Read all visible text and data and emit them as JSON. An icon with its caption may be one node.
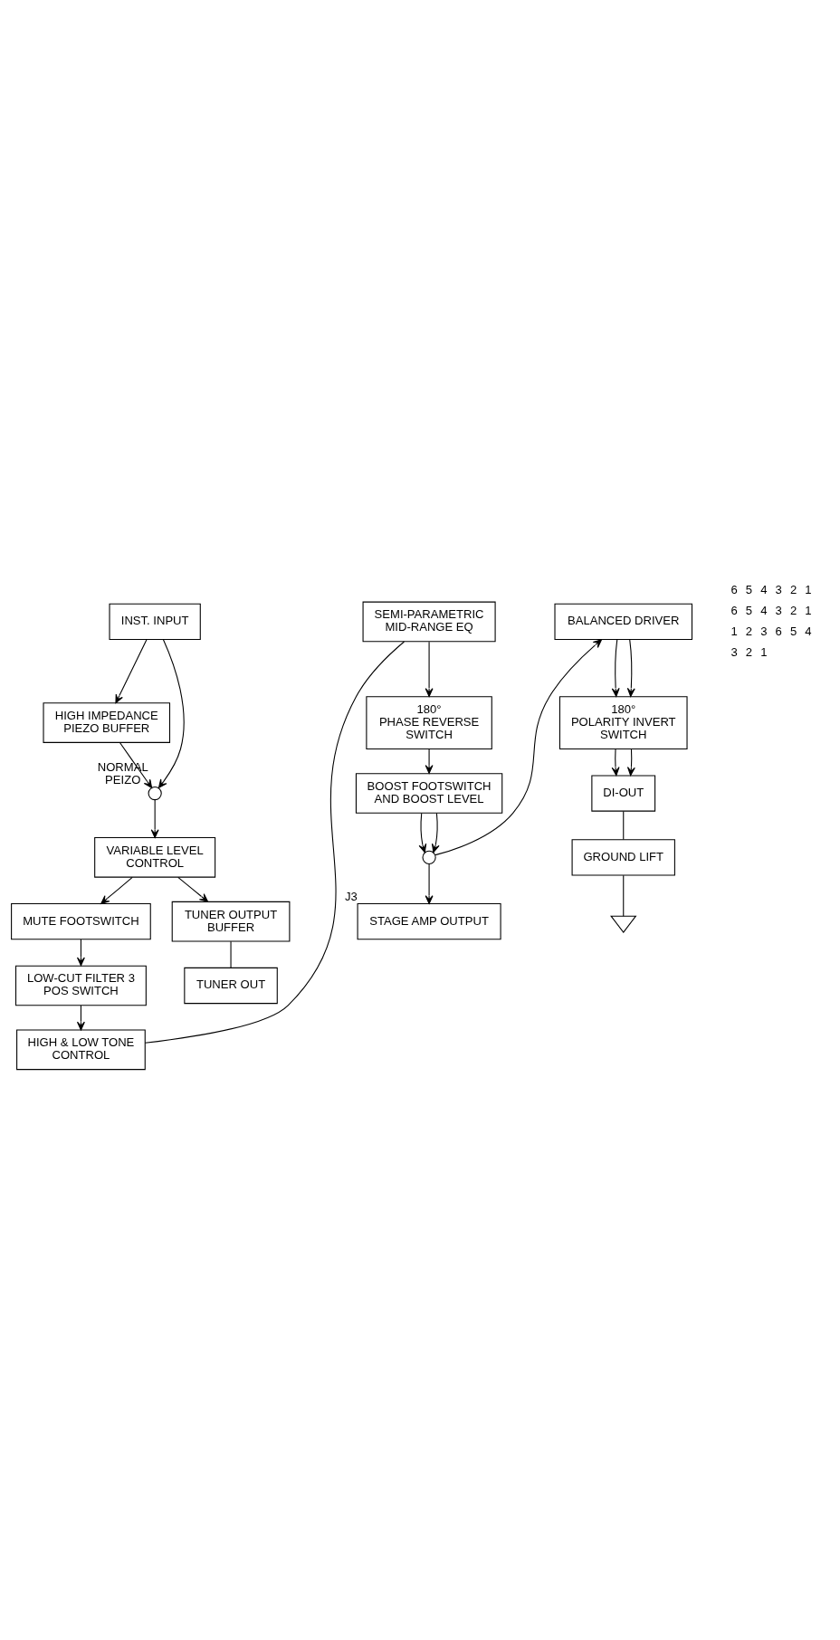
{
  "diagram": {
    "nodes": [
      {
        "text": [
          "INST. INPUT"
        ]
      },
      {
        "text": [
          "HIGH IMPEDANCE PIEZO BUFFER"
        ]
      },
      {
        "text": [],
        "shape": "switch",
        "beside": [
          "NORMAL",
          "PEIZO"
        ]
      },
      {
        "text": [
          "VARIABLE LEVEL CONTROL"
        ]
      },
      {
        "text": [
          "MUTE FOOTSWITCH"
        ]
      },
      {
        "text": [
          "LOW-CUT FILTER 3 POS SWITCH"
        ]
      },
      {
        "text": [
          "HIGH & LOW TONE CONTROL"
        ]
      },
      {
        "text": [
          "SEMI-PARAMETRIC MID-RANGE EQ"
        ]
      },
      {
        "text": [
          "180°",
          "PHASE REVERSE SWITCH"
        ]
      },
      {
        "text": [
          "BOOST FOOTSWITCH AND BOOST LEVEL"
        ]
      },
      {
        "text": [],
        "shape": "switch"
      },
      {
        "text": [
          "STAGE AMP OUTPUT"
        ],
        "beside": [
          "J3"
        ]
      },
      {
        "text": [
          "BALANCED DRIVER"
        ]
      },
      {
        "text": [
          "180°",
          "POLARITY INVERT SWITCH"
        ]
      },
      {
        "text": [
          "DI-OUT"
        ]
      },
      {
        "text": [
          "GROUND LIFT"
        ]
      },
      {
        "text": [],
        "shape": "ground"
      },
      {
        "text": [
          "TUNER OUTPUT BUFFER"
        ]
      },
      {
        "text": [
          "TUNER OUT"
        ]
      }
    ],
    "edges": [
      {
        "from": 0,
        "to": 1,
        "arrow": "to"
      },
      {
        "from": 0,
        "to": 2,
        "arrow": "to"
      },
      {
        "from": 1,
        "to": 2,
        "arrow": "to"
      },
      {
        "from": 2,
        "to": 3,
        "arrow": "to"
      },
      {
        "from": 3,
        "to": 4,
        "arrow": "to"
      },
      {
        "from": 3,
        "to": 17,
        "arrow": "to"
      },
      {
        "from": 4,
        "to": 5,
        "arrow": "to"
      },
      {
        "from": 5,
        "to": 6,
        "arrow": "to"
      },
      {
        "from": 6,
        "to": 7,
        "arrow": "none"
      },
      {
        "from": 7,
        "to": 8,
        "arrow": "to"
      },
      {
        "from": 8,
        "to": 9,
        "arrow": "to"
      },
      {
        "from": 9,
        "to": 10,
        "arrow": "to"
      },
      {
        "from": 9,
        "to": 10,
        "arrow": "to"
      },
      {
        "from": 10,
        "to": 11,
        "arrow": "to"
      },
      {
        "from": 10,
        "to": 12,
        "arrow": "to"
      },
      {
        "from": 12,
        "to": 13,
        "arrow": "to"
      },
      {
        "from": 12,
        "to": 13,
        "arrow": "to"
      },
      {
        "from": 13,
        "to": 14,
        "arrow": "to"
      },
      {
        "from": 13,
        "to": 14,
        "arrow": "to"
      },
      {
        "from": 14,
        "to": 15,
        "arrow": "none"
      },
      {
        "from": 15,
        "to": 16,
        "arrow": "none"
      },
      {
        "from": 17,
        "to": 18,
        "arrow": "none"
      }
    ],
    "labels": [
      "6",
      "5",
      "4",
      "3",
      "2",
      "1",
      "6",
      "5",
      "4",
      "3",
      "2",
      "1",
      "1",
      "2",
      "3",
      "6",
      "5",
      "4",
      "3",
      "2",
      "1"
    ]
  }
}
